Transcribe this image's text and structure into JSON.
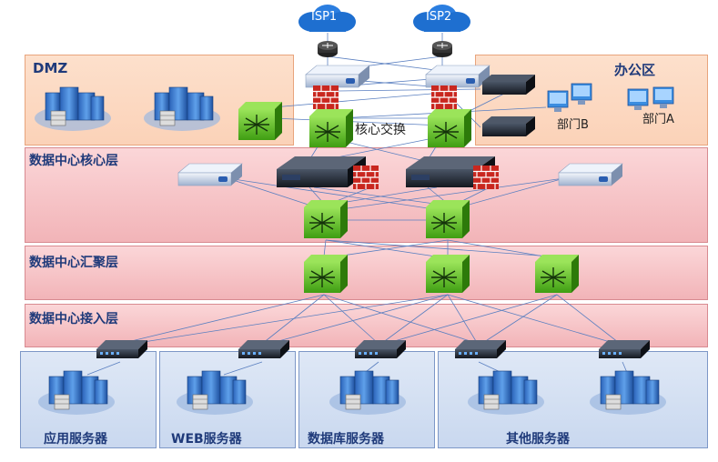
{
  "labels": {
    "isp1": "ISP1",
    "isp2": "ISP2",
    "dmz": "DMZ",
    "office": "办公区",
    "dept_b": "部门B",
    "dept_a": "部门A",
    "core_switch": "核心交换",
    "dc_core": "数据中心核心层",
    "dc_agg": "数据中心汇聚层",
    "dc_access": "数据中心接入层",
    "app_servers": "应用服务器",
    "web_servers": "WEB服务器",
    "db_servers": "数据库服务器",
    "other_servers": "其他服务器"
  },
  "colors": {
    "cloud": "#1e6fd0",
    "zone_peach": "#fbd2b8",
    "zone_pink": "#f2b4b8",
    "zone_blue": "#c9d8ef",
    "switch_green": "#5cc21f",
    "firewall_red": "#d3302a",
    "link": "#5a7fc0",
    "label": "#1f3a7a"
  },
  "icons": [
    "cloud-icon",
    "router-icon",
    "firewall-icon",
    "l3-switch-icon",
    "server-rack-icon",
    "server-cluster-icon",
    "access-switch-icon",
    "pc-icon",
    "appliance-icon"
  ]
}
